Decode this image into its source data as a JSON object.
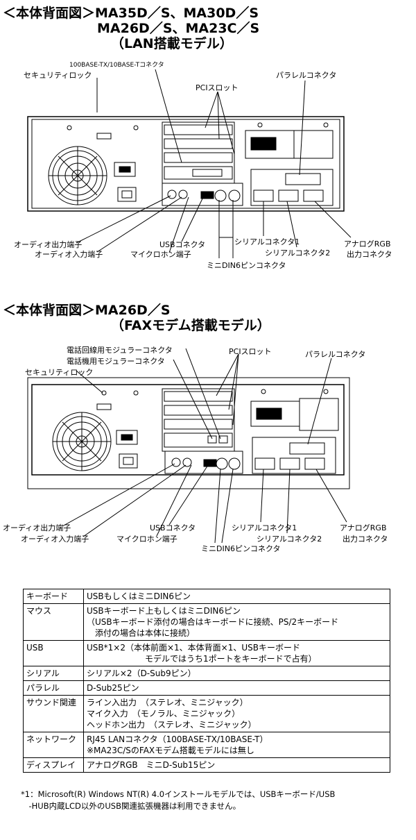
{
  "section1": {
    "title_line1": "＜本体背面図＞MA35D／S、MA30D／S",
    "title_line2": "MA26D／S、MA23C／S",
    "title_line3": "（LAN搭載モデル）",
    "labels": {
      "lan": "100BASE-TX/10BASE-Tコネクタ",
      "security": "セキュリティロック",
      "pci": "PCIスロット",
      "parallel": "パラレルコネクタ",
      "audio_out": "オーディオ出力端子",
      "audio_in": "オーディオ入力端子",
      "usb": "USBコネクタ",
      "mic": "マイクロホン端子",
      "serial1": "シリアルコネクタ1",
      "serial2": "シリアルコネクタ2",
      "rgb1": "アナログRGB",
      "rgb2": "出力コネクタ",
      "din": "ミニDIN6ピンコネクタ"
    }
  },
  "section2": {
    "title_line1": "＜本体背面図＞MA26D／S",
    "title_line2": "（FAXモデム搭載モデル）",
    "labels": {
      "phone_line": "電話回線用モジュラーコネクタ",
      "phone_device": "電話機用モジュラーコネクタ",
      "pci": "PCIスロット",
      "parallel": "パラレルコネクタ",
      "security": "セキュリティロック",
      "audio_out": "オーディオ出力端子",
      "audio_in": "オーディオ入力端子",
      "usb": "USBコネクタ",
      "mic": "マイクロホン端子",
      "serial1": "シリアルコネクタ1",
      "serial2": "シリアルコネクタ2",
      "rgb1": "アナログRGB",
      "rgb2": "出力コネクタ",
      "din": "ミニDIN6ピンコネクタ"
    }
  },
  "spec_table": [
    {
      "key": "キーボード",
      "lines": [
        "USBもしくはミニDIN6ピン"
      ]
    },
    {
      "key": "マウス",
      "lines": [
        "USBキーボード上もしくはミニDIN6ピン",
        "（USBキーボード添付の場合はキーボードに接続、PS/2キーボード",
        "　添付の場合は本体に接続）"
      ]
    },
    {
      "key": "USB",
      "lines": [
        "USB*1×2（本体前面×1、本体背面×1、USBキーボード",
        "　　　　　　　モデルではうち1ポートをキーボードで占有）"
      ]
    },
    {
      "key": "シリアル",
      "lines": [
        "シリアル×2（D-Sub9ピン）"
      ]
    },
    {
      "key": "パラレル",
      "lines": [
        "D-Sub25ピン"
      ]
    },
    {
      "key": "サウンド関連",
      "lines": [
        "ライン入出力　（ステレオ、ミニジャック）",
        "マイク入力　（モノラル、ミニジャック）",
        "ヘッドホン出力　（ステレオ、ミニジャック）"
      ]
    },
    {
      "key": "ネットワーク",
      "lines": [
        "RJ45 LANコネクタ（100BASE-TX/10BASE-T）",
        "※MA23C/SのFAXモデム搭載モデルには無し"
      ]
    },
    {
      "key": "ディスプレイ",
      "lines": [
        "アナログRGB　ミニD-Sub15ピン"
      ]
    }
  ],
  "footnote": {
    "line1": "*1：Microsoft(R) Windows NT(R) 4.0インストールモデルでは、USBキーボード/USB",
    "line2": "　-HUB内蔵LCD以外のUSB関連拡張機器は利用できません。"
  }
}
